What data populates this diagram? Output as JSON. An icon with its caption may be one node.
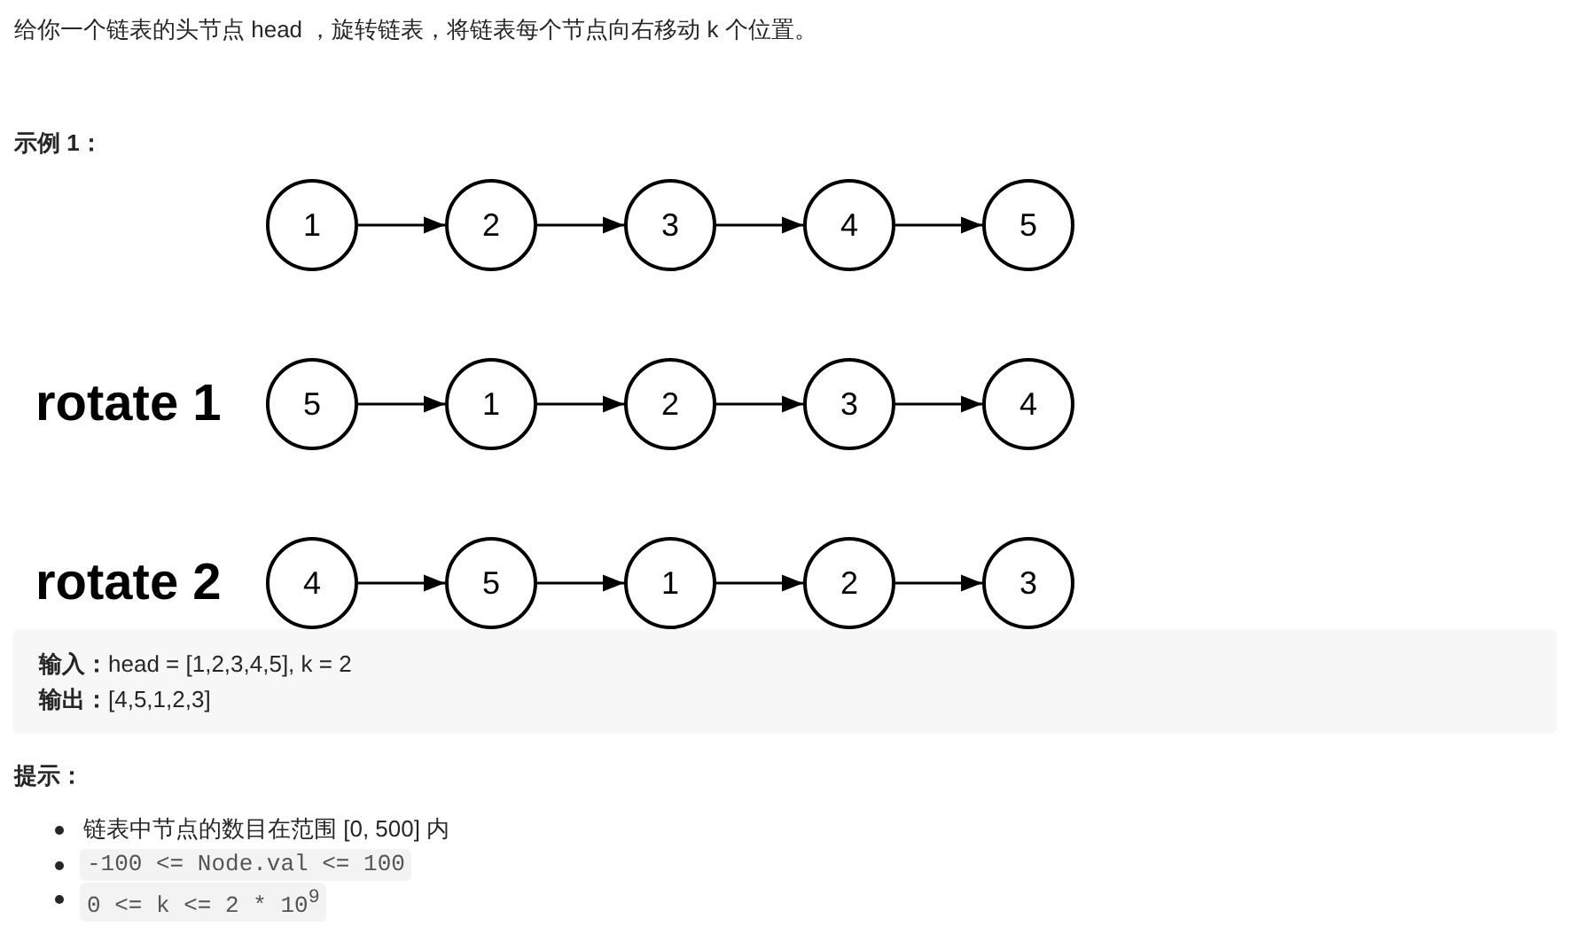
{
  "diagram": {
    "nodes": [
      {
        "text": [
          "1"
        ]
      },
      {
        "text": [
          "2"
        ]
      },
      {
        "text": [
          "3"
        ]
      },
      {
        "text": [
          "4"
        ]
      },
      {
        "text": [
          "5"
        ]
      },
      {
        "text": [
          "5"
        ]
      },
      {
        "text": [
          "1"
        ]
      },
      {
        "text": [
          "2"
        ]
      },
      {
        "text": [
          "3"
        ]
      },
      {
        "text": [
          "4"
        ]
      },
      {
        "text": [
          "4"
        ]
      },
      {
        "text": [
          "5"
        ]
      },
      {
        "text": [
          "1"
        ]
      },
      {
        "text": [
          "2"
        ]
      },
      {
        "text": [
          "3"
        ]
      }
    ],
    "edges": [
      {
        "from": 0,
        "to": 1,
        "arrow": "to"
      },
      {
        "from": 1,
        "to": 2,
        "arrow": "to"
      },
      {
        "from": 2,
        "to": 3,
        "arrow": "to"
      },
      {
        "from": 3,
        "to": 4,
        "arrow": "to"
      },
      {
        "from": 5,
        "to": 6,
        "arrow": "to"
      },
      {
        "from": 6,
        "to": 7,
        "arrow": "to"
      },
      {
        "from": 7,
        "to": 8,
        "arrow": "to"
      },
      {
        "from": 8,
        "to": 9,
        "arrow": "to"
      },
      {
        "from": 10,
        "to": 11,
        "arrow": "to"
      },
      {
        "from": 11,
        "to": 12,
        "arrow": "to"
      },
      {
        "from": 12,
        "to": 13,
        "arrow": "to"
      },
      {
        "from": 13,
        "to": 14,
        "arrow": "to"
      }
    ],
    "labels": [
      "给你一个链表的头节点 head ，旋转链表，将链表每个节点向右移动 k 个位置。",
      "示例 1：",
      "rotate 1",
      "rotate 2",
      "**输入：**head = [1,2,3,4,5], k = 2",
      "**输出：**[4,5,1,2,3]",
      "提示：",
      "链表中节点的数目在范围 [0, 500] 内",
      "-100 <= Node.val <= 100",
      "0 <= k <= 2 * 10$^{9}$"
    ]
  }
}
